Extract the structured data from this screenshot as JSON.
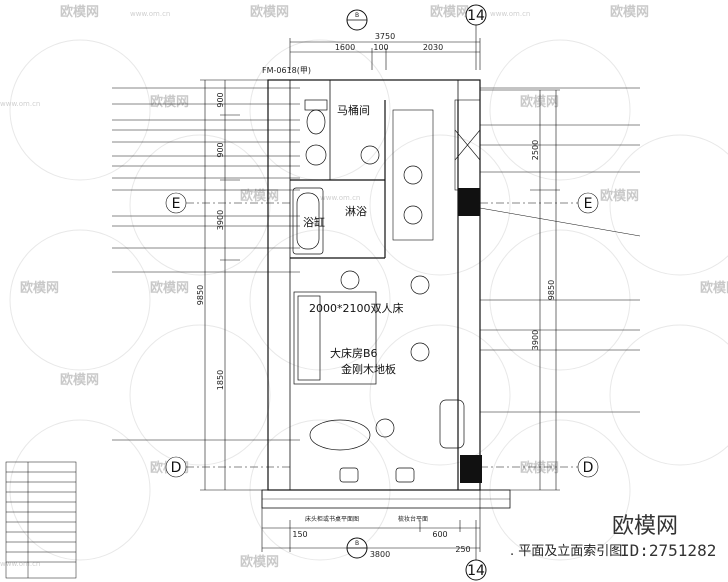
{
  "drawing": {
    "door_tag": "FM-0618(甲)",
    "grid_top": "14",
    "grid_bottom": "14",
    "grid_left_e": "E",
    "grid_right_e": "E",
    "grid_left_d": "D",
    "grid_right_d": "D",
    "section_mark_top": "B",
    "section_mark_bottom": "B",
    "rooms": {
      "toilet": "马桶间",
      "bathtub": "浴缸",
      "shower": "淋浴",
      "bed": "2000*2100双人床",
      "room_name": "大床房B6",
      "floor": "金刚木地板"
    },
    "dims_top": {
      "total": "3750",
      "a": "1600",
      "b": "100",
      "c": "2030"
    },
    "dims_bottom": {
      "total": "3800",
      "a": "150",
      "b": "600",
      "c": "250"
    },
    "dims_left": {
      "total": "9850",
      "a": "1850",
      "b": "3900",
      "c": "900",
      "d": "900"
    },
    "dims_right": {
      "total": "9850",
      "a": "3900",
      "b": "2500"
    },
    "bottom_note_left": "床头柜或书桌平面图",
    "bottom_note_right": "梳妆台平面"
  },
  "footer": {
    "caption": ". 平面及立面索引图",
    "brand": "欧模网",
    "image_id": "ID:2751282"
  },
  "watermarks": {
    "site": "欧模网",
    "url": "www.om.cn"
  }
}
